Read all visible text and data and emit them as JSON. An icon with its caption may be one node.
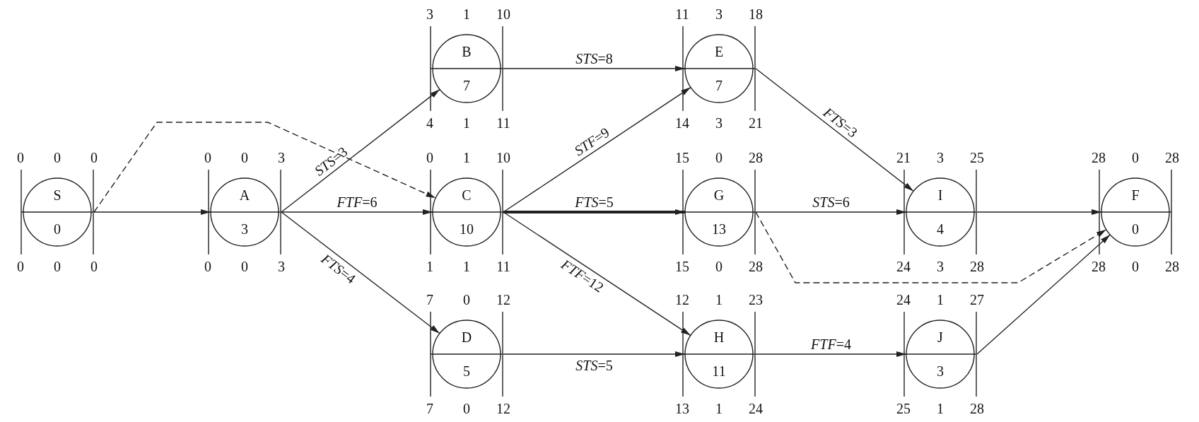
{
  "diagram": {
    "nodes": [
      {
        "text": [
          "S",
          "0"
        ],
        "beside": [
          "0",
          "0",
          "0",
          "0",
          "0",
          "0"
        ]
      },
      {
        "text": [
          "A",
          "3"
        ],
        "beside": [
          "0",
          "0",
          "3",
          "0",
          "0",
          "3"
        ]
      },
      {
        "text": [
          "B",
          "7"
        ],
        "beside": [
          "3",
          "1",
          "10",
          "4",
          "1",
          "11"
        ]
      },
      {
        "text": [
          "C",
          "10"
        ],
        "beside": [
          "0",
          "1",
          "10",
          "1",
          "1",
          "11"
        ]
      },
      {
        "text": [
          "D",
          "5"
        ],
        "beside": [
          "7",
          "0",
          "12",
          "7",
          "0",
          "12"
        ]
      },
      {
        "text": [
          "E",
          "7"
        ],
        "beside": [
          "11",
          "3",
          "18",
          "14",
          "3",
          "21"
        ]
      },
      {
        "text": [
          "G",
          "13"
        ],
        "beside": [
          "15",
          "0",
          "28",
          "15",
          "0",
          "28"
        ]
      },
      {
        "text": [
          "H",
          "11"
        ],
        "beside": [
          "12",
          "1",
          "23",
          "13",
          "1",
          "24"
        ]
      },
      {
        "text": [
          "I",
          "4"
        ],
        "beside": [
          "21",
          "3",
          "25",
          "24",
          "3",
          "28"
        ]
      },
      {
        "text": [
          "J",
          "3"
        ],
        "beside": [
          "24",
          "1",
          "27",
          "25",
          "1",
          "28"
        ]
      },
      {
        "text": [
          "F",
          "0"
        ],
        "beside": [
          "28",
          "0",
          "28",
          "28",
          "0",
          "28"
        ]
      }
    ],
    "edges": [
      {
        "from": 0,
        "to": 1,
        "arrow": "to"
      },
      {
        "from": 0,
        "to": 3,
        "arrow": "to",
        "style": "dashed"
      },
      {
        "from": 1,
        "to": 2,
        "arrow": "to",
        "label": "*STS*=3"
      },
      {
        "from": 1,
        "to": 3,
        "arrow": "to",
        "label": "*FTF*=6"
      },
      {
        "from": 1,
        "to": 4,
        "arrow": "to",
        "label": "*FTS*=4"
      },
      {
        "from": 2,
        "to": 5,
        "arrow": "to",
        "label": "*STS*=8"
      },
      {
        "from": 3,
        "to": 5,
        "arrow": "to",
        "label": "*STF*=9"
      },
      {
        "from": 3,
        "to": 6,
        "arrow": "to",
        "label": "*FTS*=5",
        "style": "thick"
      },
      {
        "from": 3,
        "to": 7,
        "arrow": "to",
        "label": "*FTF*=12"
      },
      {
        "from": 4,
        "to": 7,
        "arrow": "to",
        "label": "*STS*=5"
      },
      {
        "from": 5,
        "to": 8,
        "arrow": "to",
        "label": "*FTS*=3"
      },
      {
        "from": 6,
        "to": 8,
        "arrow": "to",
        "label": "*STS*=6"
      },
      {
        "from": 6,
        "to": 10,
        "arrow": "to",
        "style": "dashed"
      },
      {
        "from": 7,
        "to": 9,
        "arrow": "to",
        "label": "*FTF*=4"
      },
      {
        "from": 8,
        "to": 10,
        "arrow": "to"
      },
      {
        "from": 9,
        "to": 10,
        "arrow": "to"
      }
    ]
  }
}
